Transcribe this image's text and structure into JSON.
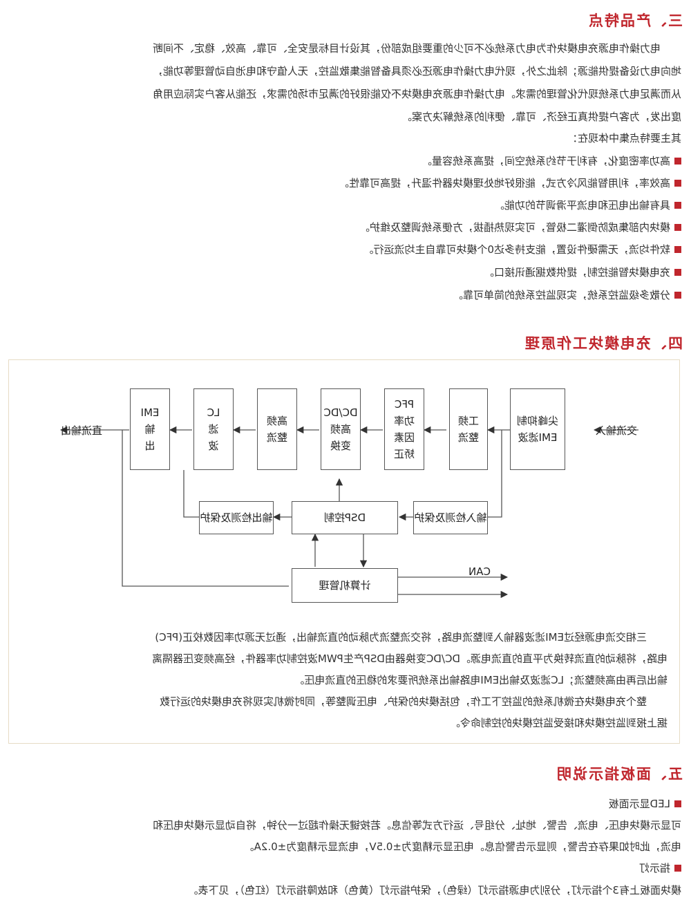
{
  "section3": {
    "heading": "三、产品特点",
    "para_lines": [
      "电力操作电源充电模块作为电力系统必不可少的重要组成部份，其设计目标是安全、可靠、高效、稳定、不间断",
      "地向电力设备提供能源；除此之外，现代电力操作电源还必须具备智能集散监控，无人值守和电池自动管理等功能，",
      "从而满足电力系统现代化管理的需求。电力操作电源充电模块不仅能很好的满足市场的需求，还能从客户实际应用角",
      "度出发，为客户提供真正经济、可靠、便利的系统解决方案。"
    ],
    "intro": "其主要特点集中体现在：",
    "bullets": [
      "高功率密度化，有利于节约系统空间，提高系统容量。",
      "高效率，利用智能风冷方式，能很好地处理模块器件温升，提高可靠性。",
      "具有输出电压和电流平滑调节的功能。",
      "模块内部集成防倒灌二极管，可实现热插拔，方便系统调整及维护。",
      "软件均流，无需硬件设置，能支持多达0个模块可靠自主均流运行。",
      "充电模块智能控制，提供数据通讯接口。",
      "分散多级监控系统，实现监控系统的简单可靠。"
    ]
  },
  "section4": {
    "heading": "四、充电模块工作原理",
    "diagram": {
      "input_label": "交流输入",
      "output_label": "直流输出",
      "can_label": "CAN",
      "blocks": {
        "emi_filter": [
          "尖峰抑制",
          "EMI滤波"
        ],
        "rectifier": [
          "工频",
          "整流"
        ],
        "pfc": [
          "PFC",
          "功率",
          "因素",
          "矫正"
        ],
        "dcdc": [
          "DC/DC",
          "高频",
          "变换"
        ],
        "hf_rect": [
          "高频",
          "整流"
        ],
        "lc": [
          "LC",
          "滤",
          "波"
        ],
        "emi_out": [
          "EMI",
          "输",
          "出"
        ],
        "input_detect": "输入检测及保护",
        "dsp": "DSP控制",
        "output_detect": "输出检测及保护",
        "computer": "计算机管理"
      }
    },
    "desc_lines": [
      "三相交流电源经过EMI滤波器输入到整流电路，将交流整流为脉动的直流输出，通过无源功率因数校正(PFC)",
      "电路，将脉动的直流转换为平直的直流电源。DC/DC变换器由DSP产生PWM波控制功率器件，经高频变压器隔离",
      "输出后再由高频整流；LC滤波及输出EMI电路输出系统所要求的稳压的直流电压。",
      "整个充电模块在微机系统的监控下工作，包括模块的保护、电压调整等，同时微机实现将充电模块的运行数",
      "据上报到监控模块和接受监控模块的控制命令。"
    ]
  },
  "section5": {
    "heading": "五、面板指示说明",
    "led_heading": "LED显示面板",
    "led_lines": [
      "可显示模块电压、电流、告警、地址、分组号、运行方式等信息。若按键无操作超过一分钟，将自动显示模块电压和",
      "电流，此时如果存在告警，则显示告警信息。电压显示精度为±0.5V，电流显示精度为±0.2A。"
    ],
    "ind_heading": "指示灯",
    "ind_lines": [
      "模块面板上有3个指示灯，分别为电源指示灯（绿色），保护指示灯（黄色）和故障指示灯（红色），见下表。"
    ]
  },
  "colors": {
    "accent": "#c0262d",
    "frame": "#e6dbc4",
    "text": "#333333"
  }
}
